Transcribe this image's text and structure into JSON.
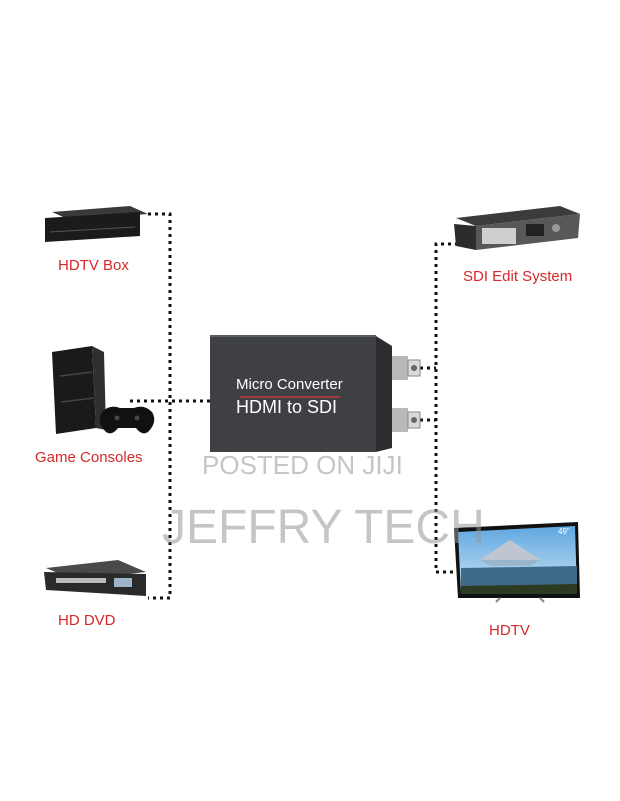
{
  "devices": {
    "hdtv_box": {
      "label": "HDTV Box"
    },
    "game_consoles": {
      "label": "Game Consoles"
    },
    "hd_dvd": {
      "label": "HD DVD"
    },
    "sdi_edit_system": {
      "label": "SDI Edit System"
    },
    "hdtv": {
      "label": "HDTV",
      "screen_badge": "49\""
    }
  },
  "converter": {
    "line1": "Micro Converter",
    "line2": "HDMI to SDI"
  },
  "watermark": {
    "line1": "POSTED ON JIJI",
    "line2": "JEFFRY TECH"
  },
  "colors": {
    "label": "#d62828",
    "dotted_line": "#111111",
    "converter_body": "#3e4043"
  }
}
